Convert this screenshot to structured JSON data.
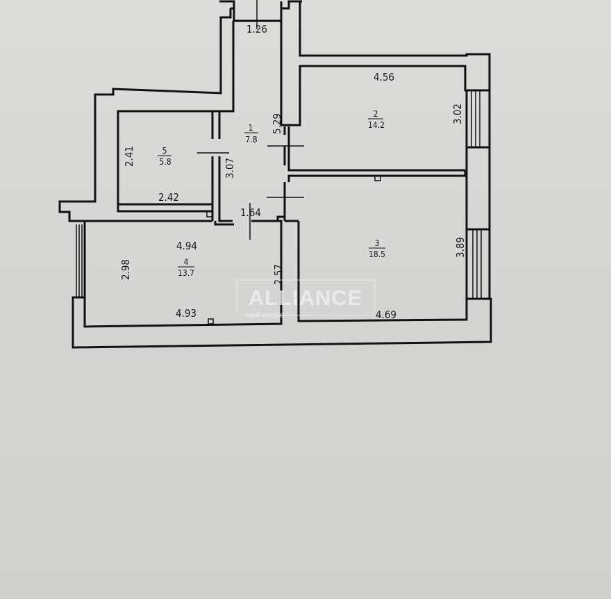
{
  "plan": {
    "rooms": [
      {
        "number": "1",
        "area": "7.8"
      },
      {
        "number": "2",
        "area": "14.2"
      },
      {
        "number": "3",
        "area": "18.5"
      },
      {
        "number": "4",
        "area": "13.7"
      },
      {
        "number": "5",
        "area": "5.8"
      }
    ],
    "dimensions": {
      "entrance_width": "1.26",
      "room2_width": "4.56",
      "room2_depth": "3.02",
      "corridor_length": "5.29",
      "corridor_side": "3.07",
      "corridor_bottom": "1.64",
      "room5_depth": "2.41",
      "room5_width": "2.42",
      "room4_top": "4.94",
      "room4_bottom": "4.93",
      "room4_left": "2.98",
      "room4_right": "2.57",
      "room3_depth": "3.89",
      "room3_width": "4.69"
    },
    "watermark": {
      "brand": "ALLIANCE",
      "tagline": "real estate"
    }
  }
}
